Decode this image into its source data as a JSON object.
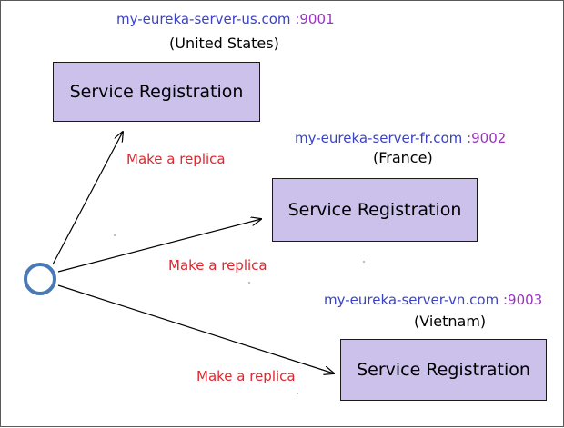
{
  "servers": [
    {
      "host": "my-eureka-server-us.com",
      "port": ":9001",
      "country": "(United States)",
      "box_label": "Service Registration"
    },
    {
      "host": "my-eureka-server-fr.com",
      "port": ":9002",
      "country": "(France)",
      "box_label": "Service Registration"
    },
    {
      "host": "my-eureka-server-vn.com",
      "port": ":9003",
      "country": "(Vietnam)",
      "box_label": "Service Registration"
    }
  ],
  "edges": [
    {
      "label": "Make a replica"
    },
    {
      "label": "Make a replica"
    },
    {
      "label": "Make a replica"
    }
  ],
  "colors": {
    "box_fill": "#ccc1ea",
    "host_text": "#3b43c4",
    "port_text": "#9a33c2",
    "edge_label": "#e0262d",
    "source_node": "#4a7ab5"
  }
}
